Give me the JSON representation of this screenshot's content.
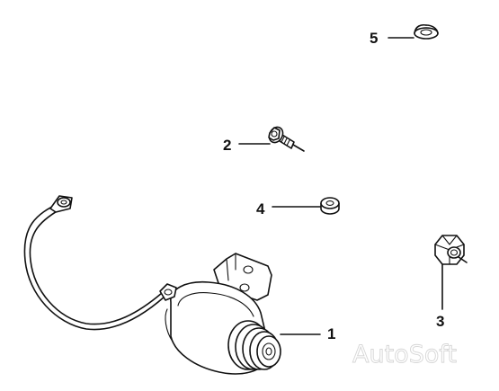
{
  "diagram": {
    "callouts": {
      "part1": "1",
      "part2": "2",
      "part3": "3",
      "part4": "4",
      "part5": "5"
    },
    "watermark": "AutoSoft"
  }
}
